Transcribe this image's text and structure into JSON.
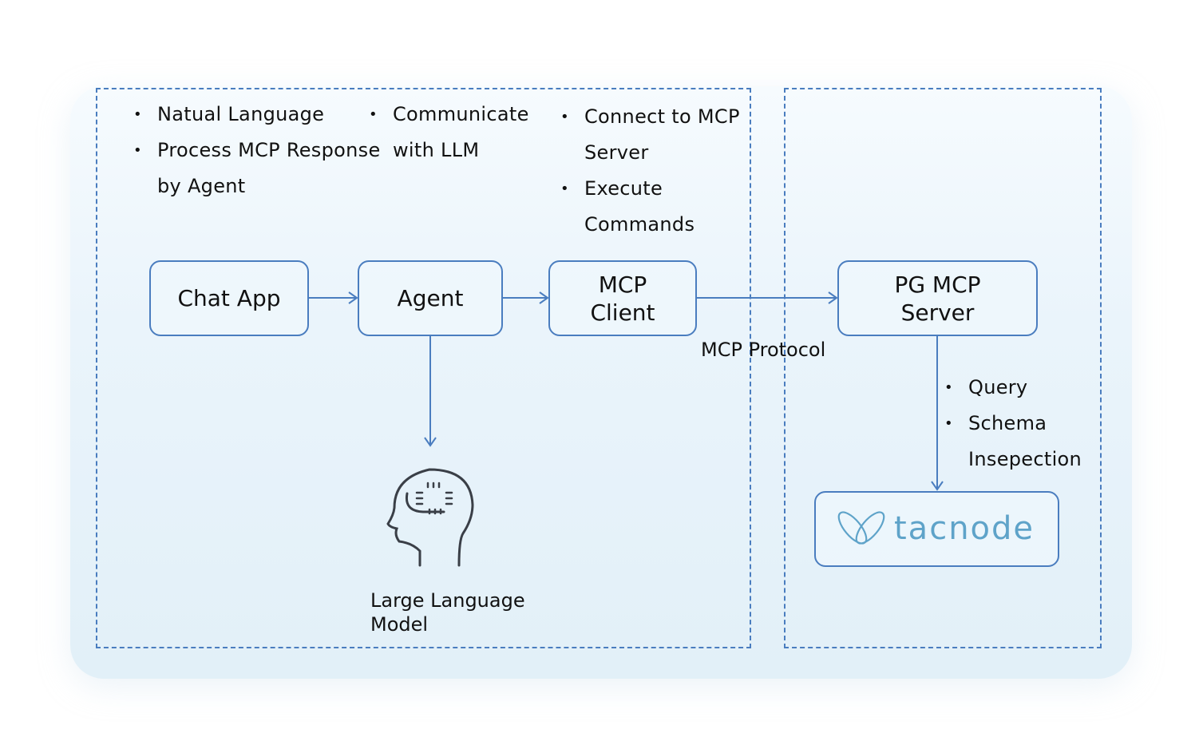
{
  "diagram": {
    "client_side_notes": {
      "col1": [
        {
          "bullet": true,
          "text": "Natual Language"
        },
        {
          "bullet": true,
          "text": "Process MCP Response"
        },
        {
          "bullet": false,
          "text": "by Agent"
        }
      ],
      "col2": [
        {
          "bullet": true,
          "text": "Communicate"
        },
        {
          "bullet": false,
          "text": "with LLM"
        }
      ],
      "col3": [
        {
          "bullet": true,
          "text": "Connect to MCP"
        },
        {
          "bullet": false,
          "text": "Server"
        },
        {
          "bullet": true,
          "text": "Execute"
        },
        {
          "bullet": false,
          "text": "Commands"
        }
      ]
    },
    "nodes": {
      "chat_app": "Chat App",
      "agent": "Agent",
      "mcp_client_line1": "MCP",
      "mcp_client_line2": "Client",
      "pg_mcp_server_line1": "PG MCP",
      "pg_mcp_server_line2": "Server",
      "tacnode_logo_text": "tacnode"
    },
    "llm_label_line1": "Large Language",
    "llm_label_line2": "Model",
    "protocol_label": "MCP Protocol",
    "server_notes": [
      {
        "bullet": true,
        "text": "Query"
      },
      {
        "bullet": true,
        "text": "Schema"
      },
      {
        "bullet": false,
        "text": "Insepection"
      }
    ],
    "colors": {
      "accent": "#4a7dbf",
      "logo": "#5ea3c9",
      "icon": "#3a3f47"
    }
  }
}
